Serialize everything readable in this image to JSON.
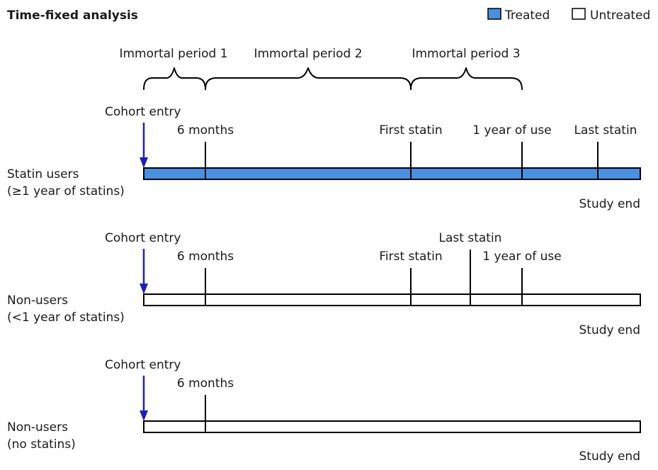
{
  "title": "Time-fixed analysis",
  "legend": {
    "treated_label": "Treated",
    "untreated_label": "Untreated",
    "treated_color": "#4a90e2",
    "untreated_color": "#ffffff"
  },
  "immortal_periods": [
    "Immortal period 1",
    "Immortal period 2",
    "Immortal period 3"
  ],
  "arrow_color": "#1f1fb4",
  "rows": [
    {
      "label_line1": "Statin users",
      "label_line2": "(≥1 year of statins)",
      "treated": true,
      "cohort_entry": "Cohort entry",
      "six_months": "6 months",
      "first_statin": "First statin",
      "one_year": "1 year of use",
      "last_statin": "Last statin",
      "study_end": "Study end"
    },
    {
      "label_line1": "Non-users",
      "label_line2": "(<1 year of statins)",
      "treated": false,
      "cohort_entry": "Cohort entry",
      "six_months": "6 months",
      "first_statin": "First statin",
      "last_statin": "Last statin",
      "one_year": "1 year of use",
      "study_end": "Study end"
    },
    {
      "label_line1": "Non-users",
      "label_line2": "(no  statins)",
      "treated": false,
      "cohort_entry": "Cohort entry",
      "six_months": "6 months",
      "study_end": "Study end"
    }
  ]
}
